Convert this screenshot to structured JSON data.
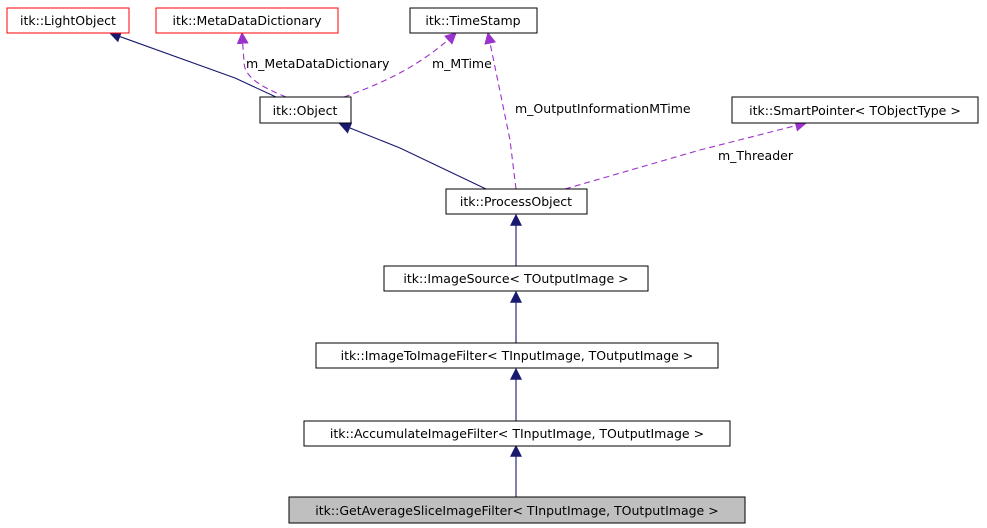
{
  "nodes": {
    "light_object": {
      "label": "itk::LightObject",
      "border": "#ff0000",
      "fill": "#ffffff"
    },
    "meta_data_dictionary": {
      "label": "itk::MetaDataDictionary",
      "border": "#ff0000",
      "fill": "#ffffff"
    },
    "time_stamp": {
      "label": "itk::TimeStamp",
      "border": "#000000",
      "fill": "#ffffff"
    },
    "object": {
      "label": "itk::Object",
      "border": "#000000",
      "fill": "#ffffff"
    },
    "smart_pointer": {
      "label": "itk::SmartPointer< TObjectType >",
      "border": "#000000",
      "fill": "#ffffff"
    },
    "process_object": {
      "label": "itk::ProcessObject",
      "border": "#000000",
      "fill": "#ffffff"
    },
    "image_source": {
      "label": "itk::ImageSource< TOutputImage >",
      "border": "#000000",
      "fill": "#ffffff"
    },
    "image_to_image_filter": {
      "label": "itk::ImageToImageFilter< TInputImage, TOutputImage >",
      "border": "#000000",
      "fill": "#ffffff"
    },
    "accumulate_image_filter": {
      "label": "itk::AccumulateImageFilter< TInputImage, TOutputImage >",
      "border": "#000000",
      "fill": "#ffffff"
    },
    "get_average_slice_image_filter": {
      "label": "itk::GetAverageSliceImageFilter< TInputImage, TOutputImage >",
      "border": "#000000",
      "fill": "#bfbfbf"
    }
  },
  "edges": {
    "m_meta_data_dictionary": {
      "label": "m_MetaDataDictionary"
    },
    "m_mtime": {
      "label": "m_MTime"
    },
    "m_output_information_mtime": {
      "label": "m_OutputInformationMTime"
    },
    "m_threader": {
      "label": "m_Threader"
    }
  },
  "colors": {
    "inheritance": "#191970",
    "usage": "#9a32cd"
  }
}
